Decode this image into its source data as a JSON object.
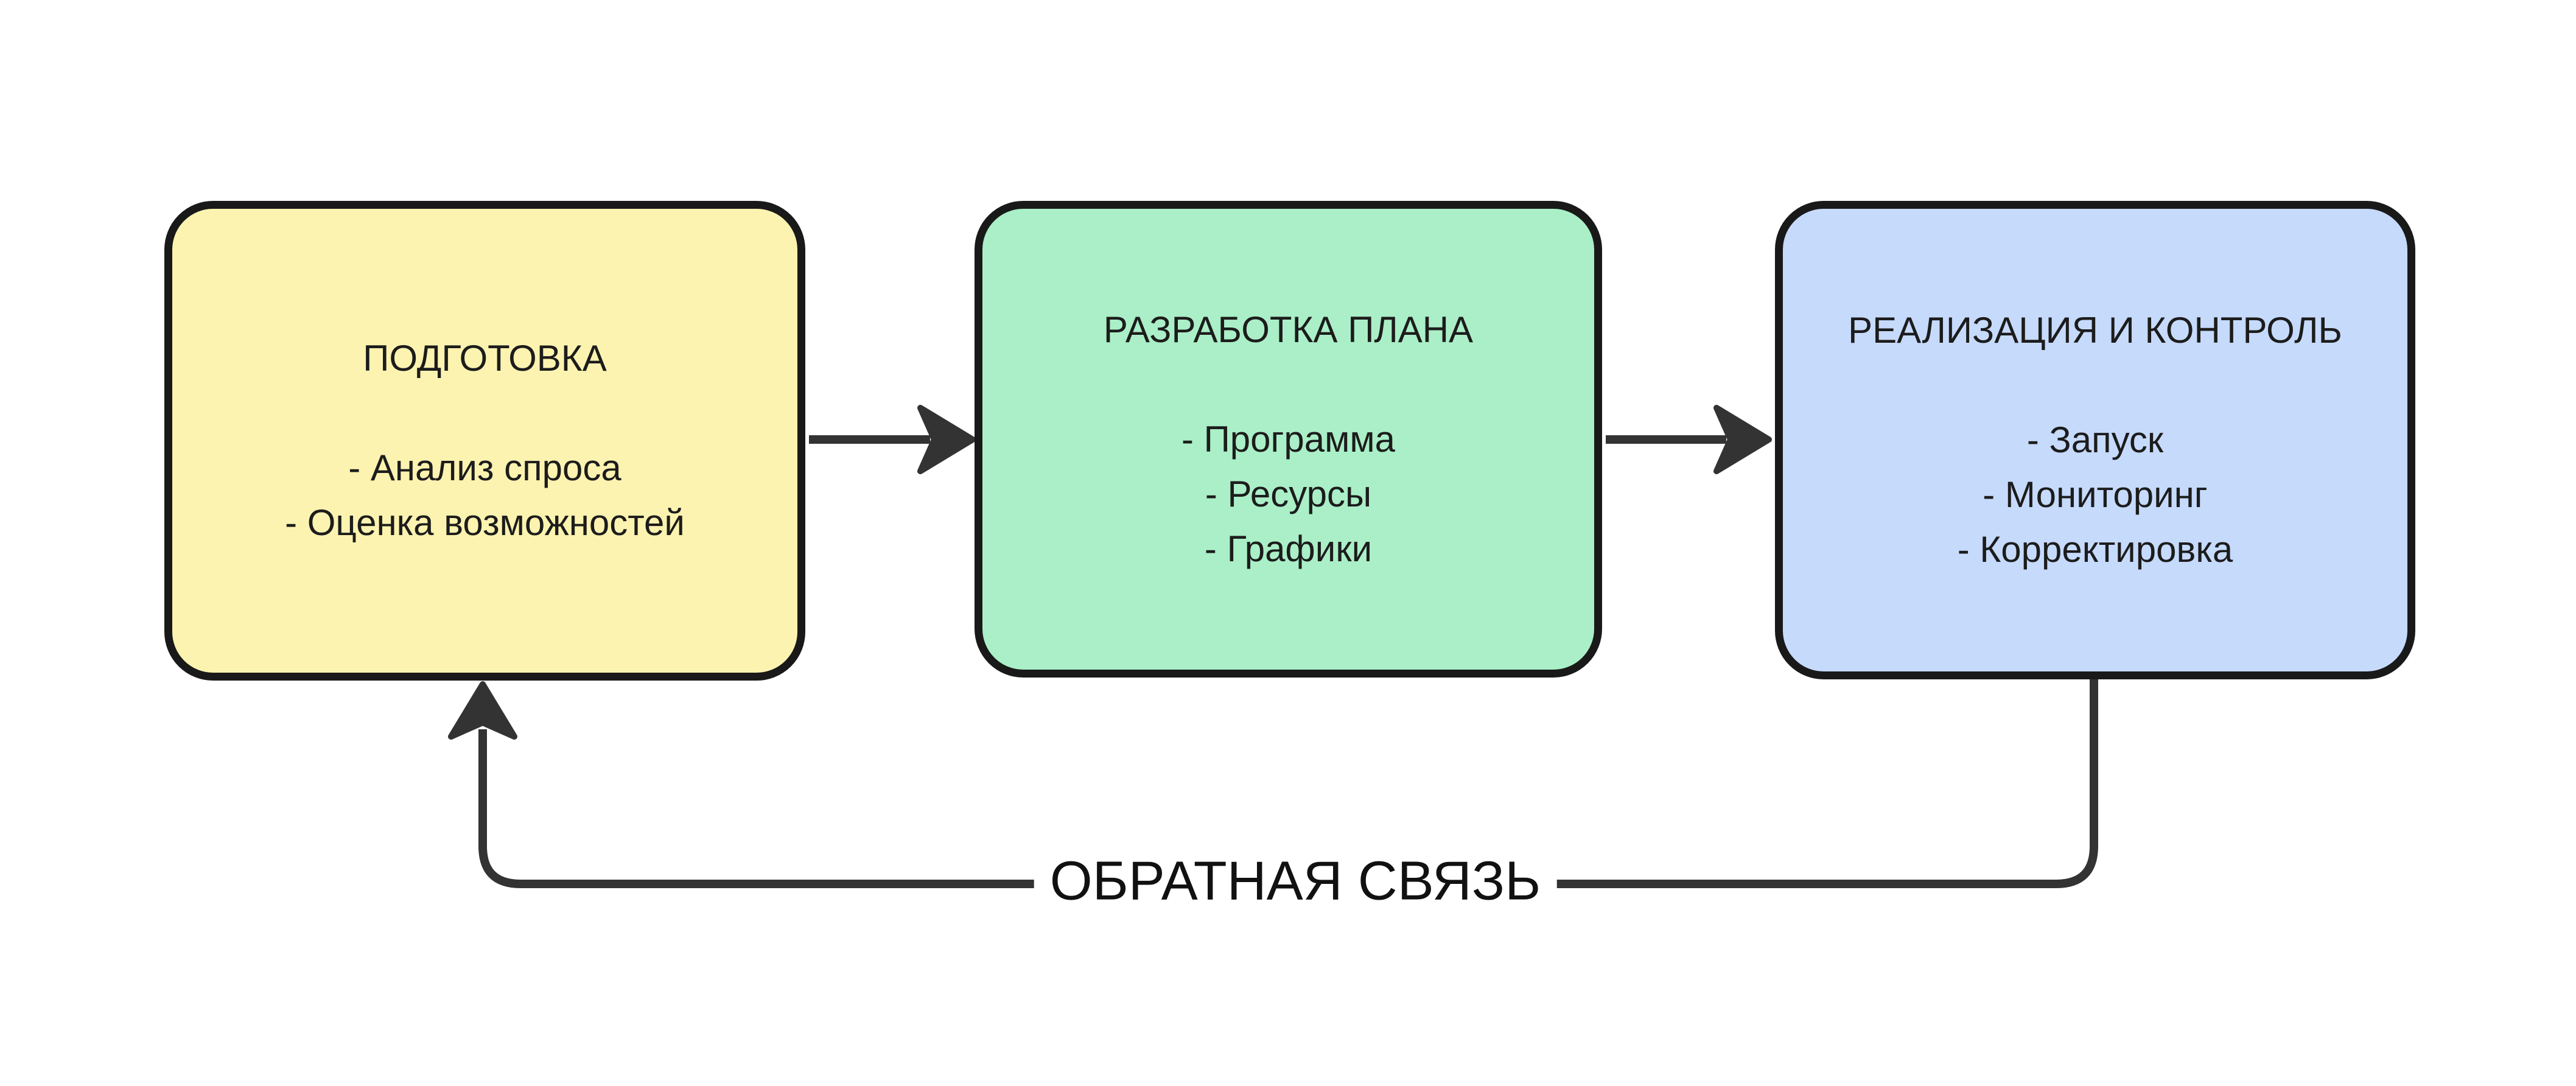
{
  "diagram": {
    "background_color": "#ffffff",
    "node_border_color": "#191919",
    "edge_color": "#333333",
    "text_color": "#1c1c1c",
    "nodes": [
      {
        "id": "preparation",
        "title": "ПОДГОТОВКА",
        "items": [
          "- Анализ спроса",
          "- Оценка возможностей"
        ],
        "fill": "#fcf3b0"
      },
      {
        "id": "plan-development",
        "title": "РАЗРАБОТКА ПЛАНА",
        "items": [
          "- Программа",
          "- Ресурсы",
          "- Графики"
        ],
        "fill": "#aaefc7"
      },
      {
        "id": "implementation-control",
        "title": "РЕАЛИЗАЦИЯ И КОНТРОЛЬ",
        "items": [
          "- Запуск",
          "- Мониторинг",
          "- Корректировка"
        ],
        "fill": "#c6dafc"
      }
    ],
    "edges": [
      {
        "from": "preparation",
        "to": "plan-development"
      },
      {
        "from": "plan-development",
        "to": "implementation-control"
      },
      {
        "from": "implementation-control",
        "to": "preparation",
        "label": "ОБРАТНАЯ СВЯЗЬ"
      }
    ],
    "feedback_label": "ОБРАТНАЯ СВЯЗЬ"
  }
}
